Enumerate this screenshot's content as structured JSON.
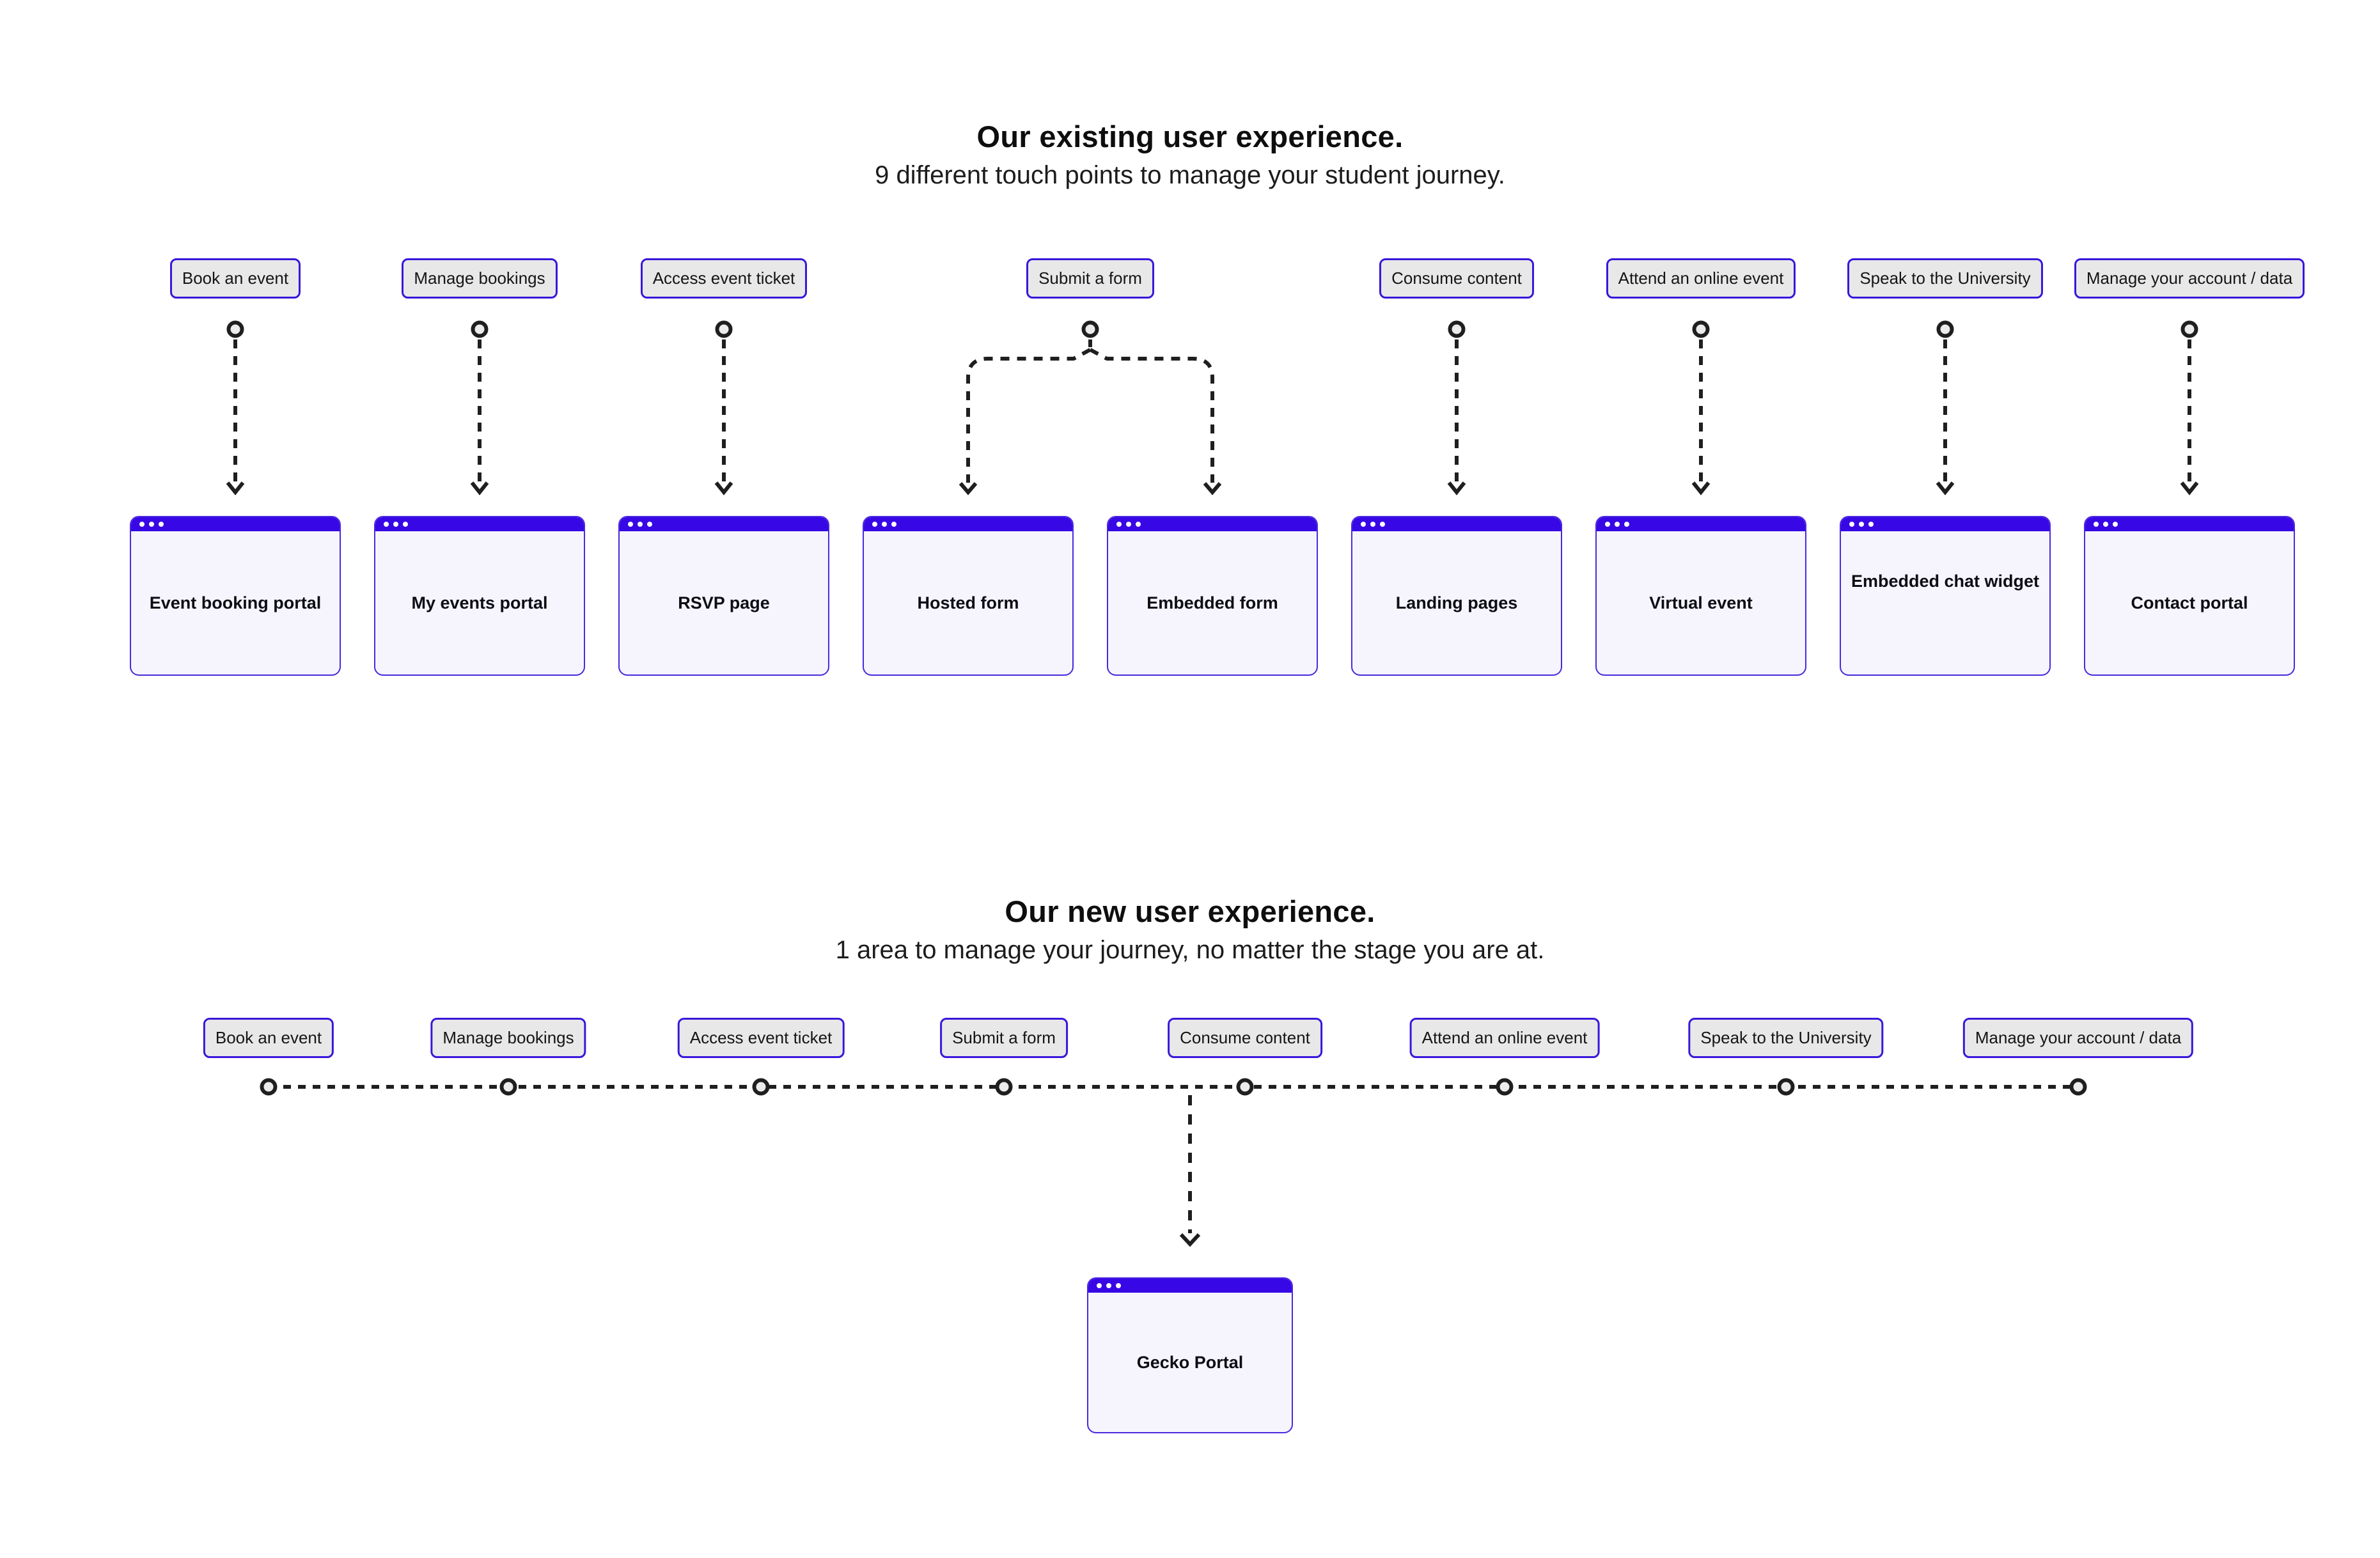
{
  "existing": {
    "title": "Our existing user experience.",
    "subtitle": "9 different touch points to manage your student journey.",
    "buttons": [
      "Book an event",
      "Manage bookings",
      "Access event ticket",
      "Submit a form",
      "Consume content",
      "Attend an online event",
      "Speak to the University",
      "Manage your account / data"
    ],
    "windows": [
      "Event booking portal",
      "My events portal",
      "RSVP page",
      "Hosted form",
      "Embedded form",
      "Landing pages",
      "Virtual event",
      "Embedded chat widget",
      "Contact portal"
    ]
  },
  "new_ux": {
    "title": "Our new user experience.",
    "subtitle": "1 area to manage your journey, no matter the stage you are at.",
    "buttons": [
      "Book an event",
      "Manage bookings",
      "Access event ticket",
      "Submit a form",
      "Consume content",
      "Attend an online event",
      "Speak to the University",
      "Manage your account / data"
    ],
    "window": "Gecko Portal"
  },
  "colors": {
    "titlebar_blue": "#3807e6",
    "node_border_blue": "#3a16db",
    "node_bg_gray": "#e8e8e8",
    "window_bg_lavender": "#f6f5fd",
    "window_border_purple": "#4b28df",
    "connector_dark": "#1f1f1f"
  }
}
